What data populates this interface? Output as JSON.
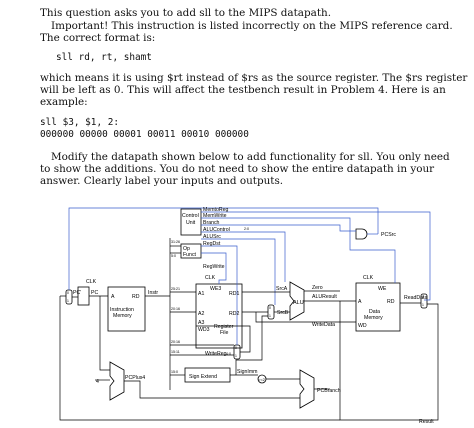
{
  "question": {
    "line1": "This question asks you to add sll to the MIPS datapath.",
    "important_label": "Important!",
    "important_text": " This instruction is listed incorrectly on the MIPS reference card.",
    "line3": "The correct format is:",
    "format": "sll rd, rt, shamt",
    "explain1": "which means it is using $rt instead of $rs as the source register. The $rs register",
    "explain2": "will be left as 0. This will affect the testbench result in Problem 4. Here is an",
    "explain3": "example:",
    "example_asm": "sll $3, $1, 2:",
    "example_bin": "000000 00000 00001 00011 00010 000000",
    "modify1": "Modify the datapath shown below to add functionality for sll. You only need",
    "modify2": "to show the additions. You do not need to show the entire datapath in your",
    "modify3": "answer. Clearly label your inputs and outputs."
  },
  "diagram": {
    "colors": {
      "wire": "#000000",
      "control": "#3a5fcd",
      "box": "#ffffff"
    },
    "control_unit": {
      "title1": "Control",
      "title2": "Unit",
      "op": "Op",
      "funct": "Funct",
      "op_bits": "31:26",
      "funct_bits": "5:0"
    },
    "control_signals": [
      "MemtoReg",
      "MemWrite",
      "Branch",
      "ALUControl",
      "ALUSrc",
      "RegDst",
      "RegWrite"
    ],
    "alucontrol_bits": "2:0",
    "pcsrc": "PCSrc",
    "clk": "CLK",
    "pc_prime": "PC'",
    "pc": "PC",
    "instr_mem": {
      "a": "A",
      "rd": "RD",
      "name1": "Instruction",
      "name2": "Memory"
    },
    "instr": "Instr",
    "regfile": {
      "we3": "WE3",
      "a1": "A1",
      "a2": "A2",
      "a3": "A3",
      "wd3": "WD3",
      "rd1": "RD1",
      "rd2": "RD2",
      "name1": "Register",
      "name2": "File"
    },
    "bits": {
      "rs": "25:21",
      "rt": "20:16",
      "rt2": "20:16",
      "rd": "15:11",
      "imm": "15:0"
    },
    "srca": "SrcA",
    "srcb": "SrcB",
    "alu": "ALU",
    "zero": "Zero",
    "aluresult": "ALUResult",
    "writedata": "WriteData",
    "datamem": {
      "we": "WE",
      "a": "A",
      "rd": "RD",
      "name1": "Data",
      "name2": "Memory",
      "wd": "WD"
    },
    "readdata": "ReadData",
    "writereg": "WriteReg",
    "writereg_bits": "4:0",
    "signext": "Sign Extend",
    "signimm": "SignImm",
    "shift": "<<2",
    "pcplus4": "PCPlus4",
    "four": "4",
    "pcbranch": "PCBranch",
    "result": "Result",
    "mux": {
      "zero": "0",
      "one": "1"
    }
  }
}
